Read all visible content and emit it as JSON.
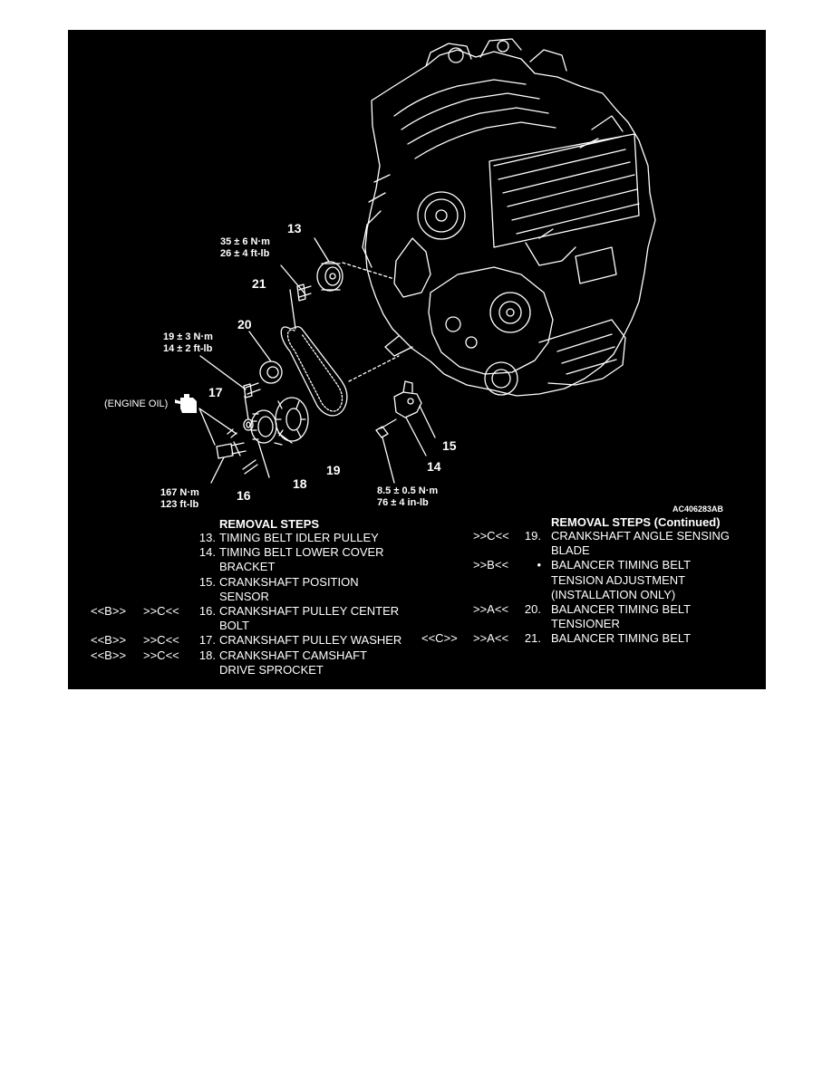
{
  "colors": {
    "panel_bg": "#000000",
    "ink": "#ffffff",
    "page_bg": "#ffffff"
  },
  "figure_id": "AC406283AB",
  "oil_note": "(ENGINE OIL)",
  "icons": [
    "oil-can-icon",
    "bullet-icon"
  ],
  "callouts": {
    "c13": "13",
    "c14": "14",
    "c15": "15",
    "c16": "16",
    "c17": "17",
    "c18": "18",
    "c19": "19",
    "c20": "20",
    "c21": "21"
  },
  "torques": {
    "idler_bolt": [
      "35 ± 6 N·m",
      "26 ± 4 ft-lb"
    ],
    "tensioner_bolt": [
      "19 ± 3 N·m",
      "14 ± 2 ft-lb"
    ],
    "center_bolt": [
      "167 N·m",
      "123 ft-lb"
    ],
    "sensor_bolt": [
      "8.5 ± 0.5 N·m",
      "76 ± 4 in-lb"
    ]
  },
  "removal_left": {
    "heading": "REMOVAL STEPS",
    "steps": [
      {
        "c1": "",
        "c2": "",
        "num": "13.",
        "text": "TIMING BELT IDLER PULLEY"
      },
      {
        "c1": "",
        "c2": "",
        "num": "14.",
        "text": "TIMING BELT LOWER COVER"
      },
      {
        "c1": "",
        "c2": "",
        "num": "",
        "text": "BRACKET"
      },
      {
        "c1": "",
        "c2": "",
        "num": "15.",
        "text": "CRANKSHAFT POSITION"
      },
      {
        "c1": "",
        "c2": "",
        "num": "",
        "text": "SENSOR"
      },
      {
        "c1": "<<B>>",
        "c2": ">>C<<",
        "num": "16.",
        "text": "CRANKSHAFT PULLEY CENTER"
      },
      {
        "c1": "",
        "c2": "",
        "num": "",
        "text": "BOLT"
      },
      {
        "c1": "<<B>>",
        "c2": ">>C<<",
        "num": "17.",
        "text": "CRANKSHAFT PULLEY WASHER"
      },
      {
        "c1": "<<B>>",
        "c2": ">>C<<",
        "num": "18.",
        "text": "CRANKSHAFT CAMSHAFT"
      },
      {
        "c1": "",
        "c2": "",
        "num": "",
        "text": "DRIVE SPROCKET"
      }
    ]
  },
  "removal_right": {
    "heading": "REMOVAL STEPS (Continued)",
    "steps": [
      {
        "c1": "",
        "c2": ">>C<<",
        "num": "19.",
        "text": "CRANKSHAFT ANGLE SENSING"
      },
      {
        "c1": "",
        "c2": "",
        "num": "",
        "text": "BLADE"
      },
      {
        "c1": "",
        "c2": ">>B<<",
        "num": "•",
        "text": "BALANCER TIMING BELT"
      },
      {
        "c1": "",
        "c2": "",
        "num": "",
        "text": "TENSION ADJUSTMENT"
      },
      {
        "c1": "",
        "c2": "",
        "num": "",
        "text": "(INSTALLATION ONLY)"
      },
      {
        "c1": "",
        "c2": ">>A<<",
        "num": "20.",
        "text": "BALANCER TIMING BELT"
      },
      {
        "c1": "",
        "c2": "",
        "num": "",
        "text": "TENSIONER"
      },
      {
        "c1": "<<C>>",
        "c2": ">>A<<",
        "num": "21.",
        "text": "BALANCER TIMING BELT"
      }
    ]
  }
}
